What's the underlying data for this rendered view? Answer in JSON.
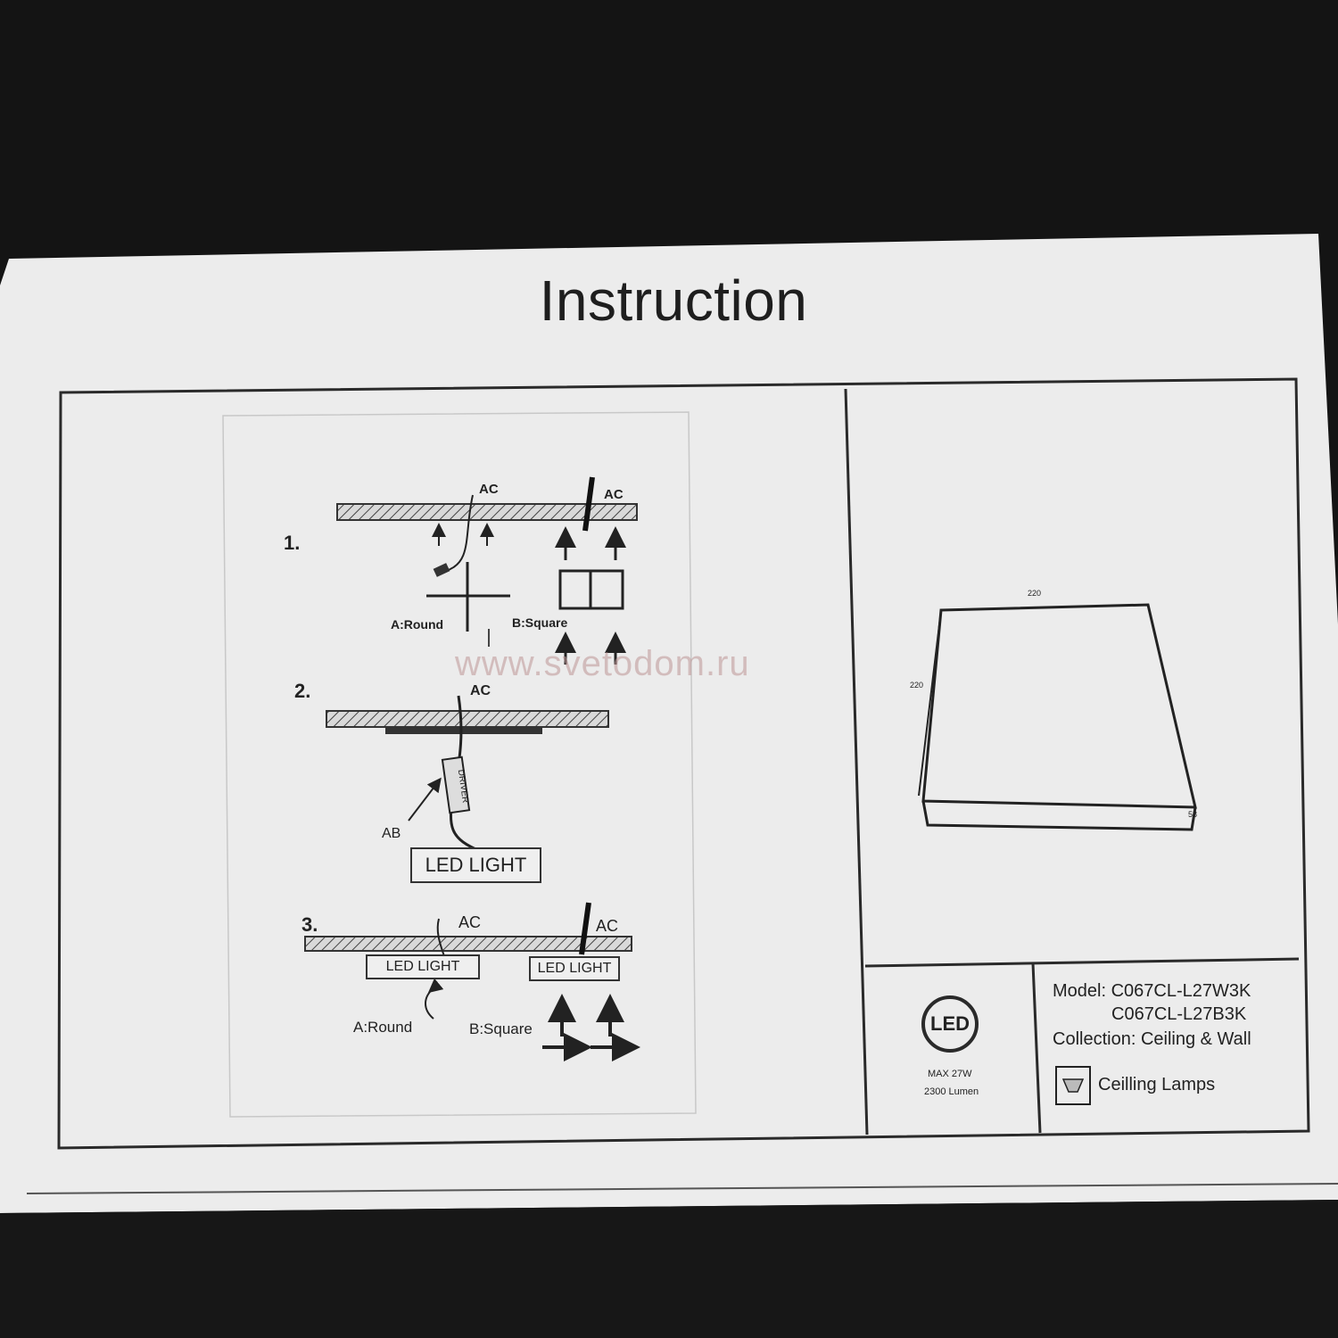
{
  "title": "Instruction",
  "watermark": "www.svetodom.ru",
  "steps": {
    "step1": {
      "number": "1.",
      "ac_left": "AC",
      "ac_right": "AC",
      "round_label": "A:Round",
      "square_label": "B:Square"
    },
    "step2": {
      "number": "2.",
      "ac": "AC",
      "ab": "AB",
      "driver": "DRIVER",
      "led_light": "LED LIGHT"
    },
    "step3": {
      "number": "3.",
      "ac_left": "AC",
      "ac_right": "AC",
      "led_light_left": "LED LIGHT",
      "led_light_right": "LED LIGHT",
      "round_label": "A:Round",
      "square_label": "B:Square"
    }
  },
  "dimensions": {
    "width": "220",
    "depth": "220",
    "height": "58"
  },
  "specs": {
    "badge": "LED",
    "power": "MAX 27W",
    "lumen": "2300 Lumen"
  },
  "product": {
    "model_label": "Model:",
    "model_1": "C067CL-L27W3K",
    "model_2": "C067CL-L27B3K",
    "collection_label": "Collection:",
    "collection": "Ceiling & Wall",
    "category": "Ceilling Lamps"
  },
  "icons": [
    "arrow-up-icon",
    "arrow-right-icon",
    "ceiling-lamp-icon",
    "led-badge-icon"
  ],
  "colors": {
    "background": "#141414",
    "paper": "#ececec",
    "ink": "#222222"
  }
}
